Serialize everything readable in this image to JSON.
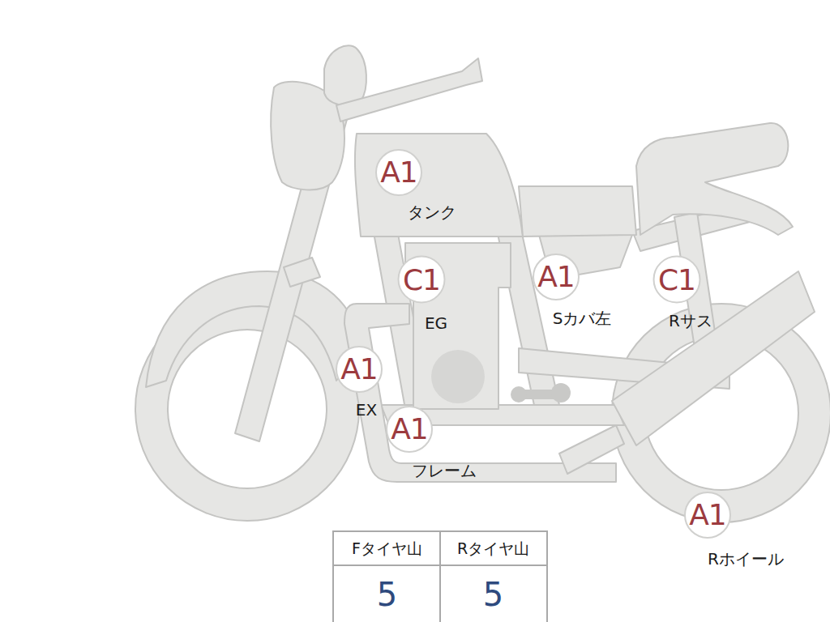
{
  "diagram": {
    "nodes": [
      {
        "text": [
          "A1",
          "タンク"
        ]
      },
      {
        "text": [
          "C1",
          "EG"
        ]
      },
      {
        "text": [
          "A1",
          "Sカバ左"
        ]
      },
      {
        "text": [
          "C1",
          "Rサス"
        ]
      },
      {
        "text": [
          "A1",
          "EX"
        ]
      },
      {
        "text": [
          "A1",
          "フレーム"
        ]
      },
      {
        "text": [
          "A1",
          "Rホイール"
        ]
      }
    ],
    "edges": [],
    "labels": [
      "Fタイヤ山",
      "Rタイヤ山",
      "5",
      "5"
    ]
  }
}
